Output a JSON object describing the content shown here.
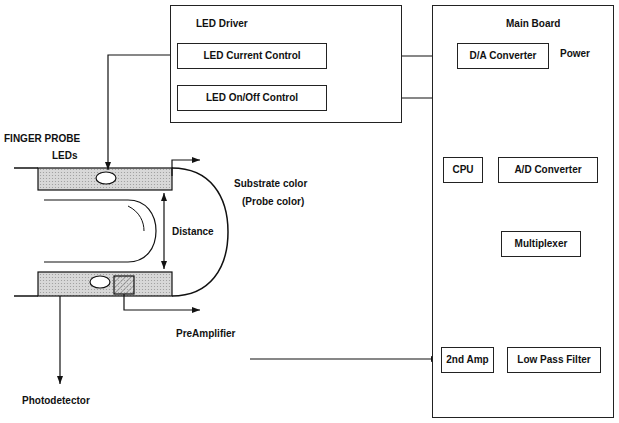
{
  "diagram": {
    "nodes": [
      {
        "text": [
          "LED Driver"
        ]
      },
      {
        "text": [
          "LED Current Control"
        ],
        "in": 0
      },
      {
        "text": [
          "LED On/Off Control"
        ],
        "in": 0
      },
      {
        "text": [
          "Main Board"
        ]
      },
      {
        "text": [
          "D/A Converter"
        ],
        "in": 3
      },
      {
        "text": [
          "CPU"
        ],
        "in": 3
      },
      {
        "text": [
          "A/D Converter"
        ],
        "in": 3
      },
      {
        "text": [
          "Multiplexer"
        ],
        "in": 3
      },
      {
        "text": [
          "2nd Amp"
        ],
        "in": 3
      },
      {
        "text": [
          "Low Pass Filter"
        ],
        "in": 3
      }
    ],
    "edges": [
      {
        "from": 4,
        "to": 1,
        "arrow": "to"
      },
      {
        "from": 5,
        "to": 2,
        "arrow": "to"
      },
      {
        "from": 5,
        "to": 4,
        "arrow": "to"
      },
      {
        "from": 6,
        "to": 5,
        "arrow": "to"
      },
      {
        "from": 7,
        "to": 6,
        "arrow": "to"
      },
      {
        "from": 9,
        "to": 7,
        "arrow": "to"
      },
      {
        "from": 8,
        "to": 9,
        "arrow": "to"
      }
    ],
    "labels": [
      "Power",
      "FINGER PROBE",
      "LEDs",
      "Substrate color",
      "(Probe color)",
      "Distance",
      "PreAmplifier",
      "Photodetector"
    ]
  }
}
